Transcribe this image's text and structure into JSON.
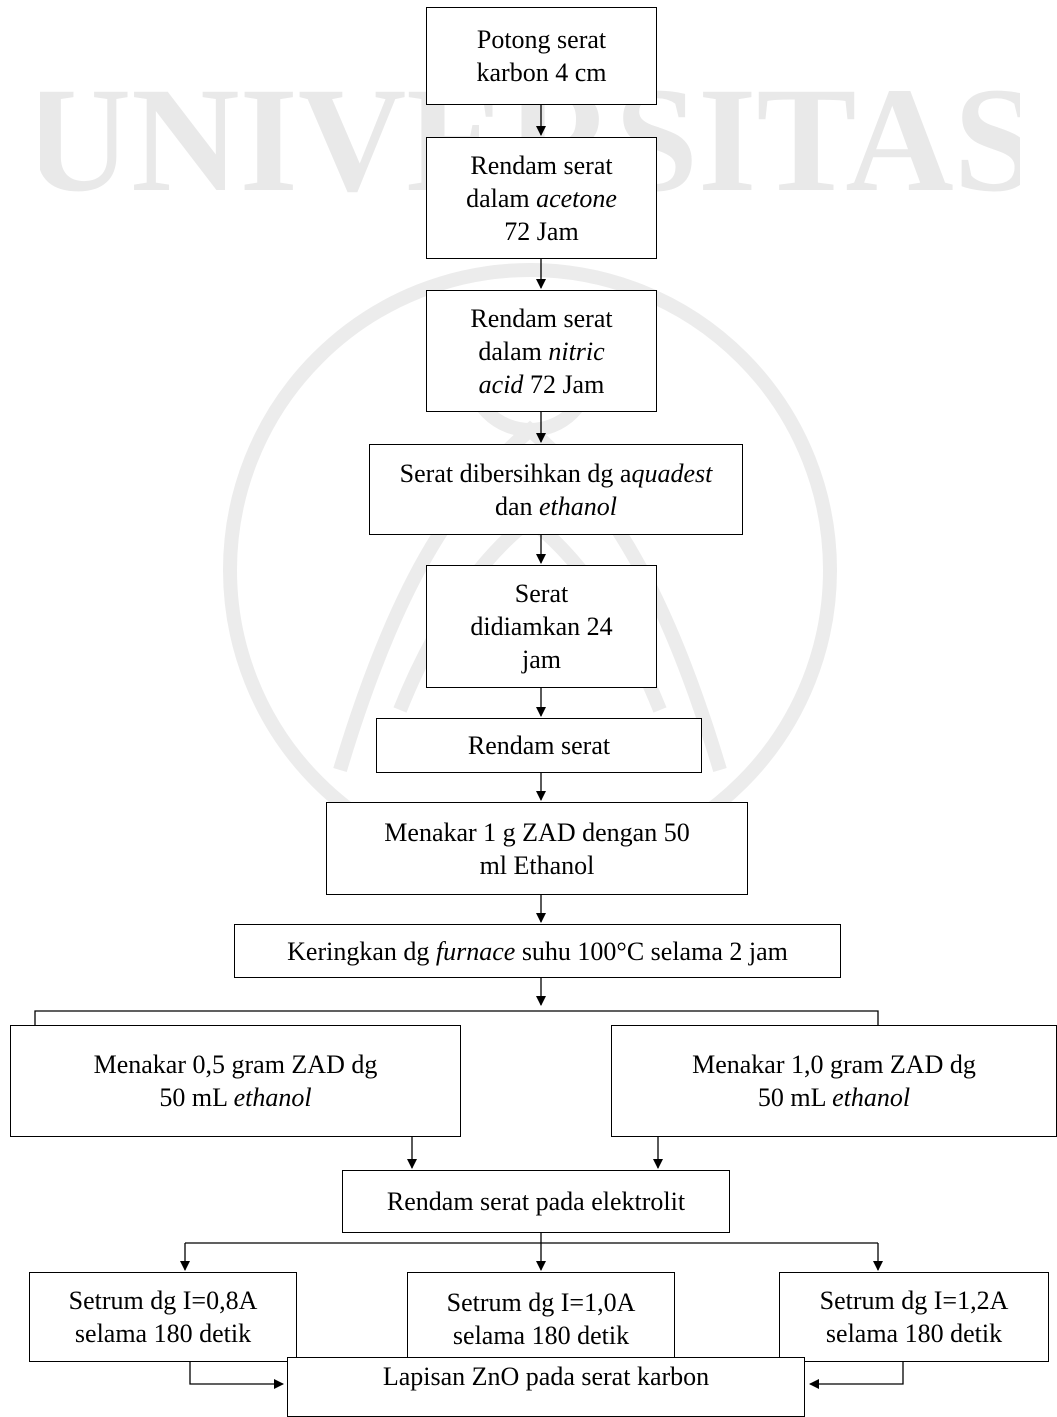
{
  "watermark": {
    "text": "UNIVERSITAS JEMBER",
    "color": "#e9e9e9"
  },
  "steps": {
    "s1": {
      "lines": [
        [
          {
            "t": "Potong serat"
          }
        ],
        [
          {
            "t": "karbon 4 cm"
          }
        ]
      ]
    },
    "s2": {
      "lines": [
        [
          {
            "t": "Rendam serat"
          }
        ],
        [
          {
            "t": "dalam "
          },
          {
            "t": "acetone",
            "i": true
          }
        ],
        [
          {
            "t": "72 Jam"
          }
        ]
      ]
    },
    "s3": {
      "lines": [
        [
          {
            "t": "Rendam serat"
          }
        ],
        [
          {
            "t": "dalam "
          },
          {
            "t": "nitric",
            "i": true
          }
        ],
        [
          {
            "t": "acid",
            "i": true
          },
          {
            "t": " 72 Jam"
          }
        ]
      ]
    },
    "s4": {
      "lines": [
        [
          {
            "t": "Serat dibersihkan dg a"
          },
          {
            "t": "quadest",
            "i": true
          }
        ],
        [
          {
            "t": "dan "
          },
          {
            "t": "ethanol",
            "i": true
          }
        ]
      ]
    },
    "s5": {
      "lines": [
        [
          {
            "t": "Serat"
          }
        ],
        [
          {
            "t": "didiamkan 24"
          }
        ],
        [
          {
            "t": "jam"
          }
        ]
      ]
    },
    "s6": {
      "lines": [
        [
          {
            "t": "Rendam serat"
          }
        ]
      ]
    },
    "s7": {
      "lines": [
        [
          {
            "t": "Menakar 1 g ZAD dengan 50"
          }
        ],
        [
          {
            "t": "ml Ethanol"
          }
        ]
      ]
    },
    "s8": {
      "lines": [
        [
          {
            "t": "Keringkan dg "
          },
          {
            "t": "furnace",
            "i": true
          },
          {
            "t": " suhu 100°C selama 2 jam"
          }
        ]
      ]
    },
    "s9a": {
      "lines": [
        [
          {
            "t": "Menakar 0,5 gram ZAD dg"
          }
        ],
        [
          {
            "t": "50 mL "
          },
          {
            "t": "ethanol",
            "i": true
          }
        ]
      ]
    },
    "s9b": {
      "lines": [
        [
          {
            "t": "Menakar 1,0 gram ZAD dg"
          }
        ],
        [
          {
            "t": "50 mL "
          },
          {
            "t": "ethanol",
            "i": true
          }
        ]
      ]
    },
    "s10": {
      "lines": [
        [
          {
            "t": "Rendam serat pada elektrolit"
          }
        ]
      ]
    },
    "s11a": {
      "lines": [
        [
          {
            "t": "Setrum dg I=0,8A"
          }
        ],
        [
          {
            "t": "selama 180 detik"
          }
        ]
      ]
    },
    "s11b": {
      "lines": [
        [
          {
            "t": "Setrum dg I=1,0A"
          }
        ],
        [
          {
            "t": "selama 180 detik"
          }
        ]
      ]
    },
    "s11c": {
      "lines": [
        [
          {
            "t": "Setrum dg I=1,2A"
          }
        ],
        [
          {
            "t": "selama 180 detik"
          }
        ]
      ]
    },
    "s12": {
      "lines": [
        [
          {
            "t": "Lapisan ZnO pada serat karbon"
          }
        ]
      ]
    }
  }
}
